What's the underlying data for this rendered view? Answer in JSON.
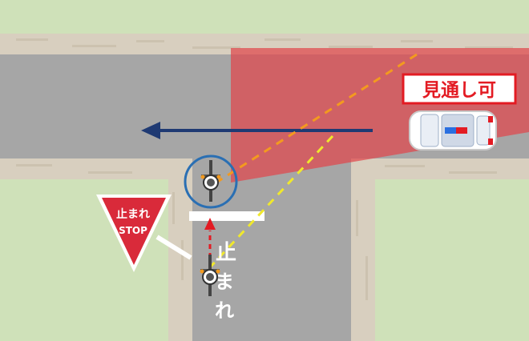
{
  "visibility_label": "見通し可",
  "stop_sign": {
    "line1": "止まれ",
    "line2": "STOP"
  },
  "road_marking": {
    "chars": [
      "止",
      "ま",
      "れ"
    ]
  },
  "colors": {
    "grass": "#cfe1b9",
    "sidewalk": "#d8cfbf",
    "road": "#a6a6a6",
    "visibility_zone": "#e0474c",
    "arrow_vehicle": "#1f3a73",
    "sightline_orange": "#f39a1f",
    "sightline_yellow": "#f0e82c",
    "stop_sign_red": "#d92a3a",
    "highlight_circle": "#2a6fb3",
    "label_red": "#e31b23",
    "path_arrow_red": "#e31b23"
  },
  "icons": {
    "bicycle_top": "bicycle-icon",
    "bicycle_bottom": "bicycle-icon",
    "car": "police-car-icon",
    "stop_sign": "stop-sign-icon"
  }
}
